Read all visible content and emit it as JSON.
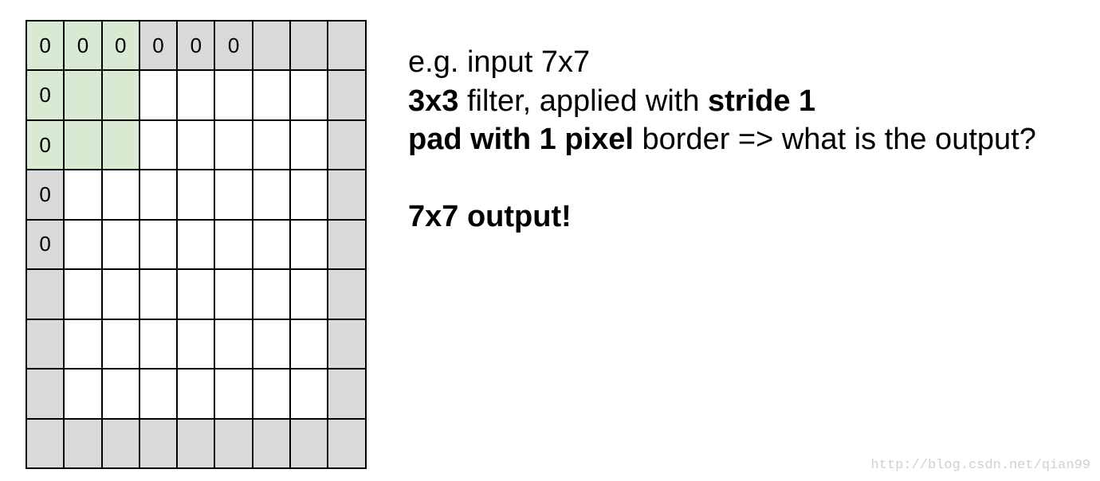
{
  "grid": {
    "rows": 9,
    "cols": 9,
    "pad_color": "#d9d9d9",
    "filter_color": "#d9ead3",
    "input_color": "#ffffff",
    "filter_rows": 3,
    "filter_cols": 3,
    "labeled_cells": [
      {
        "r": 0,
        "c": 0,
        "text": "0"
      },
      {
        "r": 0,
        "c": 1,
        "text": "0"
      },
      {
        "r": 0,
        "c": 2,
        "text": "0"
      },
      {
        "r": 0,
        "c": 3,
        "text": "0"
      },
      {
        "r": 0,
        "c": 4,
        "text": "0"
      },
      {
        "r": 0,
        "c": 5,
        "text": "0"
      },
      {
        "r": 1,
        "c": 0,
        "text": "0"
      },
      {
        "r": 2,
        "c": 0,
        "text": "0"
      },
      {
        "r": 3,
        "c": 0,
        "text": "0"
      },
      {
        "r": 4,
        "c": 0,
        "text": "0"
      }
    ]
  },
  "text": {
    "line1": "e.g. input 7x7",
    "line2_bold_a": "3x3",
    "line2_plain": " filter, applied with ",
    "line2_bold_b": "stride 1",
    "line3_bold": "pad with 1 pixel",
    "line3_plain": " border => what is the output?",
    "answer": "7x7 output!"
  },
  "watermark": "http://blog.csdn.net/qian99"
}
